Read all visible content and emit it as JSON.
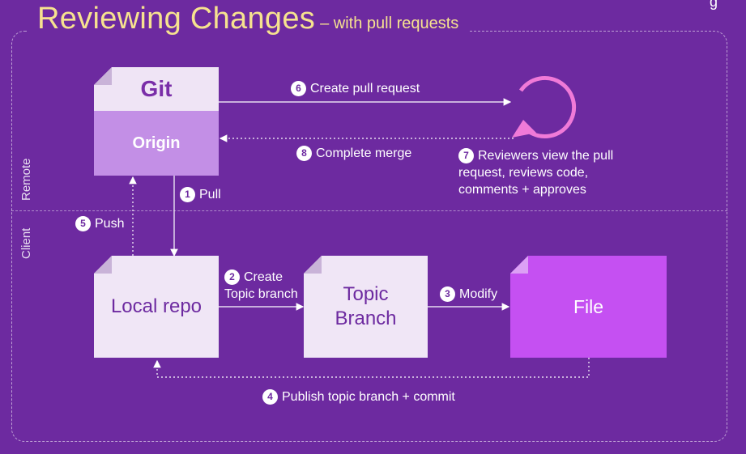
{
  "title": {
    "main": "Reviewing Changes",
    "sub": "– with pull requests"
  },
  "zones": {
    "remote": "Remote",
    "client": "Client"
  },
  "nodes": {
    "git": "Git",
    "origin": "Origin",
    "local_repo": "Local repo",
    "topic_branch_line1": "Topic",
    "topic_branch_line2": "Branch",
    "file": "File"
  },
  "steps": [
    {
      "num": "1",
      "label": "Pull"
    },
    {
      "num": "2",
      "label": "Create",
      "label2": "Topic branch"
    },
    {
      "num": "3",
      "label": "Modify"
    },
    {
      "num": "4",
      "label": "Publish topic branch + commit"
    },
    {
      "num": "5",
      "label": "Push"
    },
    {
      "num": "6",
      "label": "Create pull request"
    },
    {
      "num": "7",
      "label": "Reviewers view the pull",
      "label2": "request, reviews code,",
      "label3": "comments + approves"
    },
    {
      "num": "8",
      "label": "Complete merge"
    }
  ],
  "colors": {
    "background": "#6d2aa0",
    "title": "#f6e28f",
    "note": "#f0e6f6",
    "origin": "#c38fe6",
    "file": "#c550f2",
    "review_loop": "#f07ad8"
  }
}
